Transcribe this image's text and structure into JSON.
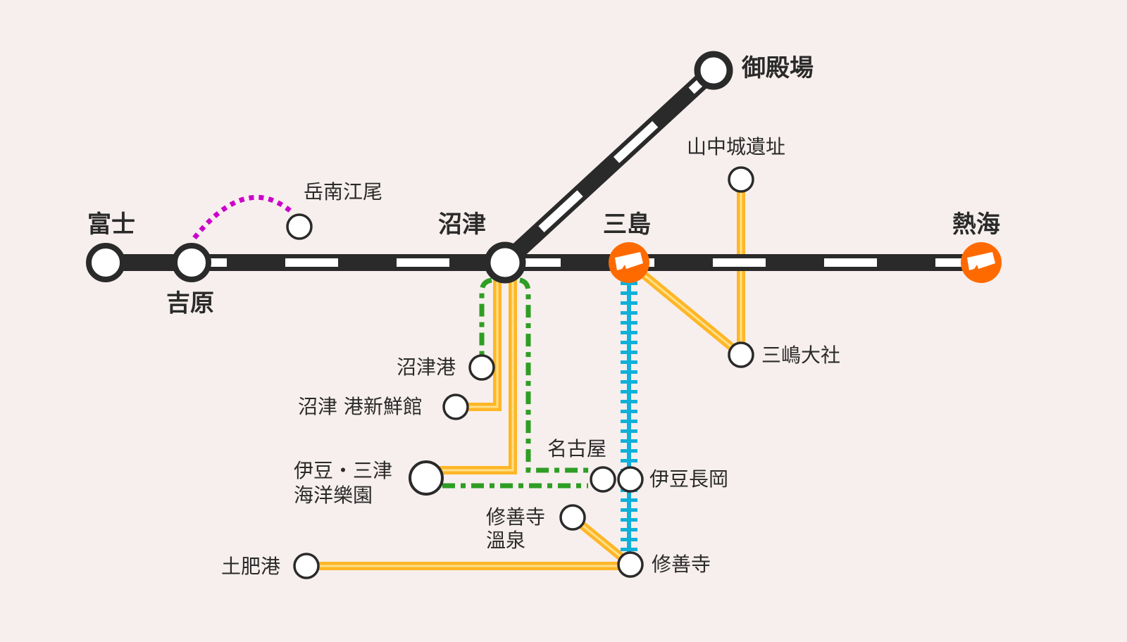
{
  "colors": {
    "background": "#f7efed",
    "main_line": "#2a2a2a",
    "orange": "#ff6a00",
    "yellow": "#ffb626",
    "green": "#2e9e24",
    "blue": "#10b0d8",
    "magenta": "#cc00cc"
  },
  "stations": {
    "fuji": "富士",
    "yoshiwara": "吉原",
    "numazu": "沼津",
    "gotemba": "御殿場",
    "mishima": "三島",
    "atami": "熱海",
    "gakunan_enoo": "岳南江尾",
    "yamanaka": "山中城遺址",
    "mishima_taisha": "三嶋大社",
    "numazu_port": "沼津港",
    "numazu_minato": "沼津 港新鮮館",
    "izu_mito_1": "伊豆・三津",
    "izu_mito_2": "海洋樂園",
    "nagoya": "名古屋",
    "izu_nagaoka": "伊豆長岡",
    "shuzenji_onsen_1": "修善寺",
    "shuzenji_onsen_2": "溫泉",
    "shuzenji": "修善寺",
    "toi_port": "土肥港"
  }
}
